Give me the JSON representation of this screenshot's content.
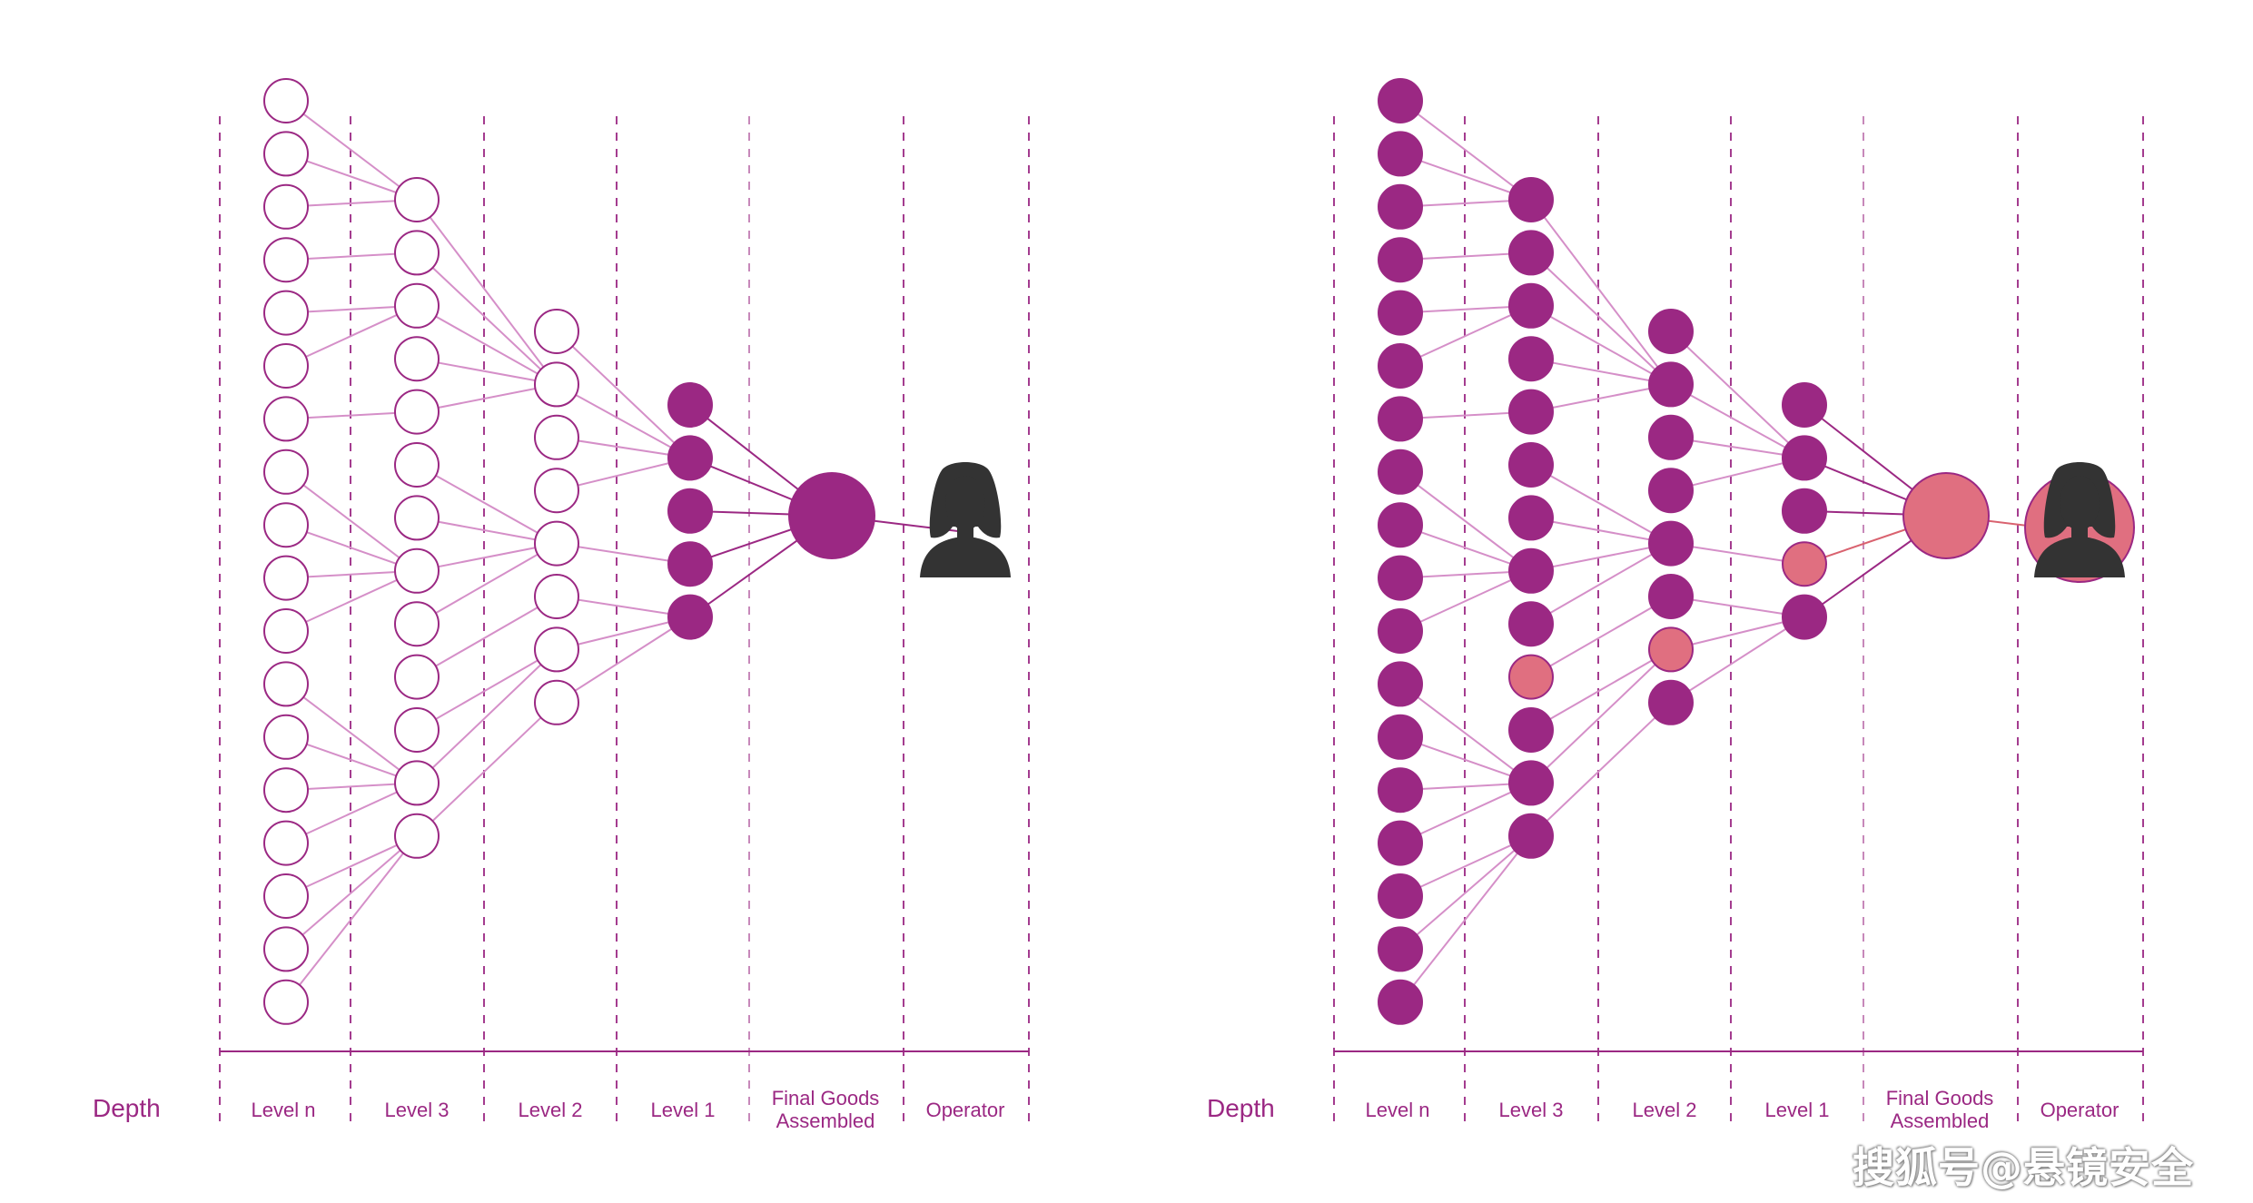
{
  "colors": {
    "purple": "#9b2883",
    "light_line": "#d58fc8",
    "pink": "#e06f80",
    "pink_line": "#d9626f",
    "label": "#9b2883",
    "person": "#333333"
  },
  "diagrams": [
    {
      "id": "left",
      "depth_label": "Depth",
      "columns": [
        "Level n",
        "Level 3",
        "Level 2",
        "Level 1",
        "Final Goods\nAssembled",
        "Operator"
      ],
      "level_n_count": 18,
      "level3_count": 13,
      "level2_count": 8,
      "level1_count": 5,
      "nodes_filled": false,
      "highlighted": []
    },
    {
      "id": "right",
      "depth_label": "Depth",
      "columns": [
        "Level n",
        "Level 3",
        "Level 2",
        "Level 1",
        "Final Goods\nAssembled",
        "Operator"
      ],
      "level_n_count": 18,
      "level3_count": 13,
      "level2_count": 8,
      "level1_count": 5,
      "nodes_filled": true,
      "highlighted": [
        "L3-10",
        "L2-7",
        "L1-4",
        "final",
        "operator"
      ]
    }
  ],
  "watermark": "搜狐号@悬镜安全"
}
